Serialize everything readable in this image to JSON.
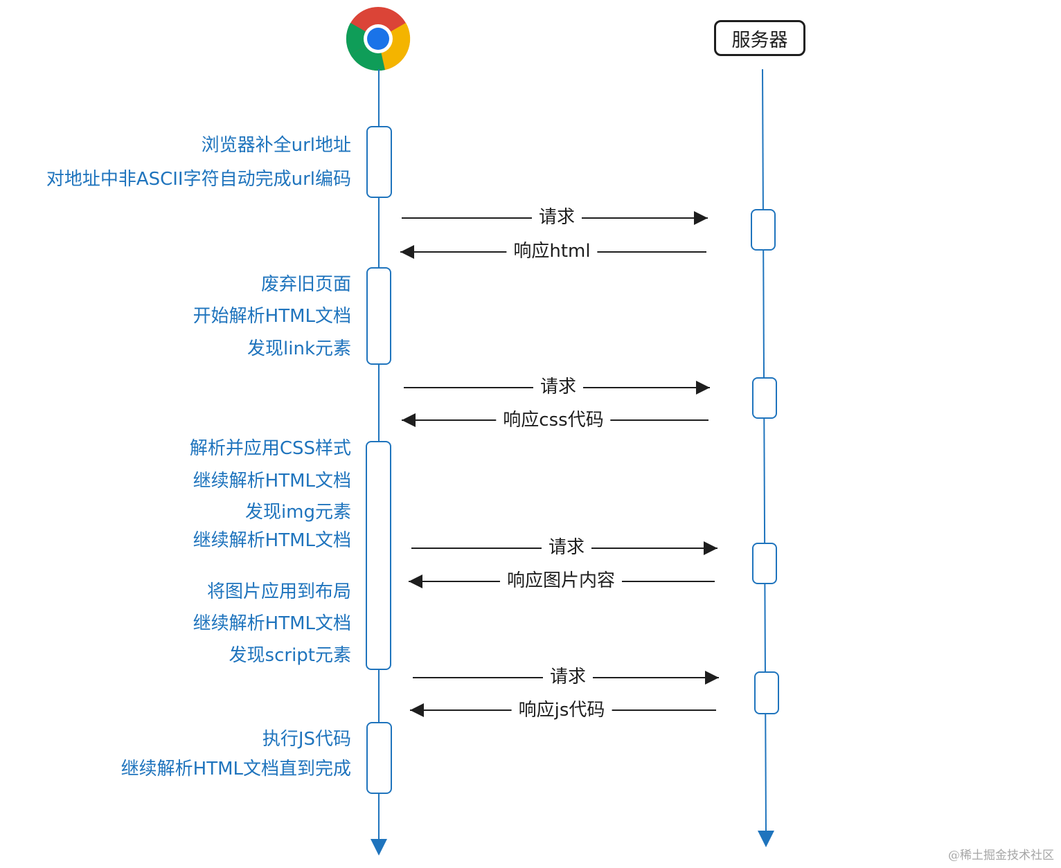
{
  "participants": {
    "browser_icon": "chrome-icon",
    "server": "服务器"
  },
  "browser_notes": [
    "浏览器补全url地址",
    "对地址中非ASCII字符自动完成url编码",
    "废弃旧页面",
    "开始解析HTML文档",
    "发现link元素",
    "解析并应用CSS样式",
    "继续解析HTML文档",
    "发现img元素",
    "继续解析HTML文档",
    "将图片应用到布局",
    "继续解析HTML文档",
    "发现script元素",
    "执行JS代码",
    "继续解析HTML文档直到完成"
  ],
  "messages": [
    {
      "label": "请求",
      "direction": "to-server"
    },
    {
      "label": "响应html",
      "direction": "to-browser"
    },
    {
      "label": "请求",
      "direction": "to-server"
    },
    {
      "label": "响应css代码",
      "direction": "to-browser"
    },
    {
      "label": "请求",
      "direction": "to-server"
    },
    {
      "label": "响应图片内容",
      "direction": "to-browser"
    },
    {
      "label": "请求",
      "direction": "to-server"
    },
    {
      "label": "响应js代码",
      "direction": "to-browser"
    }
  ],
  "watermark": "@稀土掘金技术社区",
  "colors": {
    "note_text": "#1f74bd",
    "lifeline": "#1f74bd",
    "arrow": "#1e1e1e",
    "chrome_red": "#db4437",
    "chrome_yellow": "#f4b400",
    "chrome_green": "#0f9d58",
    "chrome_blue": "#1a73e8"
  }
}
